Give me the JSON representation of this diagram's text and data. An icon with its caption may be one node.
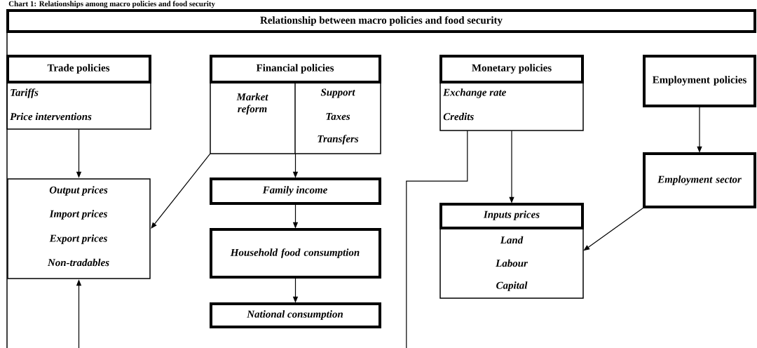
{
  "diagram": {
    "title": "Chart 1: Relationships among macro policies and food security",
    "nodes": [
      {
        "text": [
          "Relationship between macro policies and food security"
        ]
      },
      {
        "text": [
          "Trade policies",
          "Tariffs",
          "Price interventions"
        ]
      },
      {
        "text": [
          "Financial policies",
          "Market reform",
          "Support",
          "Taxes",
          "Transfers"
        ]
      },
      {
        "text": [
          "Monetary policies",
          "Exchange rate",
          "Credits"
        ]
      },
      {
        "text": [
          "Employment policies"
        ]
      },
      {
        "text": [
          "Output prices",
          "Import prices",
          "Export prices",
          "Non-tradables"
        ]
      },
      {
        "text": [
          "Family income"
        ]
      },
      {
        "text": [
          "Household food consumption"
        ]
      },
      {
        "text": [
          "National consumption"
        ]
      },
      {
        "text": [
          "Employment sector"
        ]
      },
      {
        "text": [
          "Inputs prices",
          "Land",
          "Labour",
          "Capital"
        ]
      }
    ],
    "edges": [
      {
        "from": 1,
        "to": 5,
        "arrow": "to"
      },
      {
        "from": 2,
        "to": 5,
        "arrow": "to"
      },
      {
        "from": 2,
        "to": 6,
        "arrow": "to"
      },
      {
        "from": 6,
        "to": 7,
        "arrow": "to"
      },
      {
        "from": 7,
        "to": 8,
        "arrow": "to"
      },
      {
        "from": 3,
        "to": 10,
        "arrow": "to"
      },
      {
        "from": 4,
        "to": 9,
        "arrow": "to"
      },
      {
        "from": 9,
        "to": 10,
        "arrow": "to"
      },
      {
        "from": 3,
        "to": null,
        "arrow": "none"
      },
      {
        "from": null,
        "to": 5,
        "arrow": "to"
      }
    ]
  }
}
